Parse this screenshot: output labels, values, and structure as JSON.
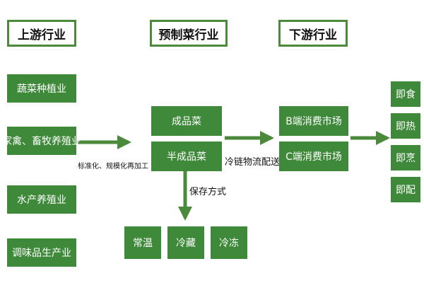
{
  "headers": {
    "upstream": "上游行业",
    "prepared": "预制菜行业",
    "downstream": "下游行业"
  },
  "upstream_items": [
    "蔬菜种植业",
    "家禽、畜牧养殖业",
    "水产养殖业",
    "调味品生产业"
  ],
  "upstream_arrow_label": "标准化、规模化再加工",
  "prepared_items": [
    "成品菜",
    "半成品菜"
  ],
  "storage_label": "保存方式",
  "storage_items": [
    "常温",
    "冷藏",
    "冷冻"
  ],
  "logistics_label": "冷链物流配送",
  "downstream_items": [
    "B端消费市场",
    "C端消费市场"
  ],
  "consumption_items": [
    "即食",
    "即热",
    "即烹",
    "即配"
  ],
  "colors": {
    "box_green": "#3f8a3a",
    "arrow_green": "#4a8a3a",
    "border_green": "#4a8a3a"
  }
}
